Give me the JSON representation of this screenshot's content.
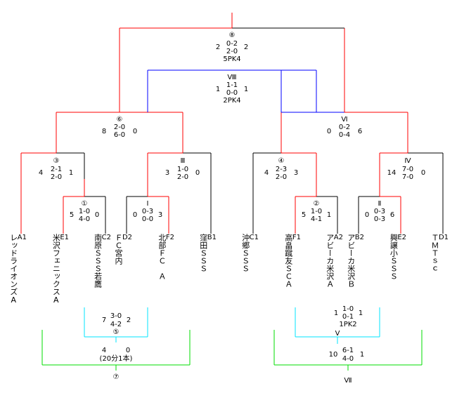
{
  "teams": [
    {
      "code": "A1",
      "name": "レッドライオンズA"
    },
    {
      "code": "E1",
      "name": "米沢フェニックスA"
    },
    {
      "code": "C2",
      "name": "南原ＳＳＳ若鷹"
    },
    {
      "code": "D2",
      "name": "ＦＣ宮内"
    },
    {
      "code": "F2",
      "name": "北部ＦＣ　Ａ"
    },
    {
      "code": "B1",
      "name": "窪田ＳＳＳ"
    },
    {
      "code": "C1",
      "name": "沖郷ＳＳＳ"
    },
    {
      "code": "F1",
      "name": "高畠蹴友ＳＣＡ"
    },
    {
      "code": "A2",
      "name": "アビーカ米沢Ａ"
    },
    {
      "code": "B2",
      "name": "アビーカ米沢Ｂ"
    },
    {
      "code": "E2",
      "name": "興譲小ＳＳＳ"
    },
    {
      "code": "D1",
      "name": "ＴＭＴｓｃ"
    }
  ],
  "matches": {
    "m1": {
      "label": "①",
      "left": "5",
      "right": "0",
      "scores": [
        "1-0",
        "4-0"
      ]
    },
    "mI": {
      "label": "Ⅰ",
      "left": "0",
      "right": "3",
      "scores": [
        "0-3",
        "0-0"
      ]
    },
    "m2": {
      "label": "②",
      "left": "5",
      "right": "1",
      "scores": [
        "1-0",
        "4-1"
      ]
    },
    "mII": {
      "label": "Ⅱ",
      "left": "0",
      "right": "6",
      "scores": [
        "0-3",
        "0-3"
      ]
    },
    "m3": {
      "label": "③",
      "left": "4",
      "right": "1",
      "scores": [
        "2-1",
        "2-0"
      ]
    },
    "mIII": {
      "label": "Ⅲ",
      "left": "3",
      "right": "0",
      "scores": [
        "1-0",
        "2-0"
      ]
    },
    "m4": {
      "label": "④",
      "left": "4",
      "right": "3",
      "scores": [
        "2-3",
        "2-0"
      ]
    },
    "mIV": {
      "label": "Ⅳ",
      "left": "14",
      "right": "0",
      "scores": [
        "7-0",
        "7-0"
      ]
    },
    "m6": {
      "label": "⑥",
      "left": "8",
      "right": "0",
      "scores": [
        "2-0",
        "6-0"
      ]
    },
    "mVI": {
      "label": "Ⅵ",
      "left": "0",
      "right": "6",
      "scores": [
        "0-2",
        "0-4"
      ]
    },
    "mVIII": {
      "label": "Ⅷ",
      "left": "1",
      "right": "1",
      "scores": [
        "1-1",
        "0-0",
        "2PK4"
      ]
    },
    "m8": {
      "label": "⑧",
      "left": "2",
      "right": "2",
      "scores": [
        "0-2",
        "2-0",
        "5PK4"
      ]
    },
    "m5": {
      "label": "⑤",
      "left": "7",
      "right": "2",
      "scores": [
        "3-0",
        "4-2"
      ]
    },
    "mV": {
      "label": "Ⅴ",
      "left": "1",
      "right": "1",
      "scores": [
        "1-0",
        "0-1",
        "1PK2"
      ]
    },
    "m7": {
      "label": "⑦",
      "left": "4",
      "right": "0",
      "scores": [
        "(20分1本)"
      ]
    },
    "mVII": {
      "label": "Ⅶ",
      "left": "10",
      "right": "1",
      "scores": [
        "6-1",
        "4-0"
      ]
    }
  },
  "colors": {
    "win": "#ff0000",
    "lose": "#000000",
    "semi": "#0000ff",
    "third": "#00e5ff",
    "fifth": "#00dd00"
  }
}
